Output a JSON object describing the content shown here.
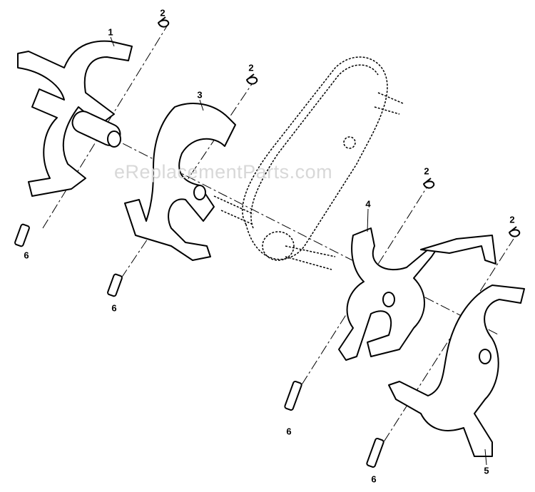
{
  "diagram": {
    "watermark": "eReplacementParts.com",
    "callouts": [
      {
        "id": "c1",
        "label": "1"
      },
      {
        "id": "c2a",
        "label": "2"
      },
      {
        "id": "c2b",
        "label": "2"
      },
      {
        "id": "c3",
        "label": "3"
      },
      {
        "id": "c2c",
        "label": "2"
      },
      {
        "id": "c4",
        "label": "4"
      },
      {
        "id": "c2d",
        "label": "2"
      },
      {
        "id": "c6a",
        "label": "6"
      },
      {
        "id": "c6b",
        "label": "6"
      },
      {
        "id": "c6c",
        "label": "6"
      },
      {
        "id": "c6d",
        "label": "6"
      },
      {
        "id": "c5",
        "label": "5"
      }
    ]
  }
}
